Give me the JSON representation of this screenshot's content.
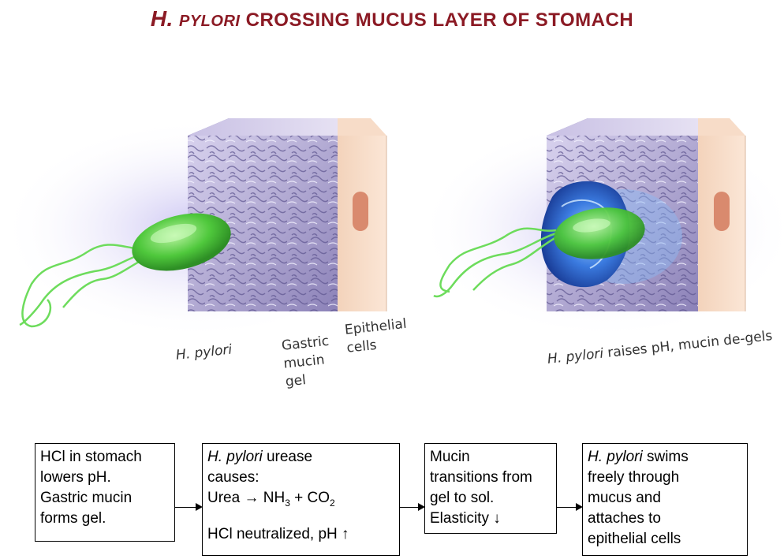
{
  "title": {
    "part1": "H.",
    "part2": "pylori",
    "part3": "CROSSING MUCUS LAYER OF STOMACH"
  },
  "labels": {
    "bacterium": "H. pylori",
    "mucin": [
      "Gastric",
      "mucin",
      "gel"
    ],
    "epithelial": [
      "Epithelial",
      "cells"
    ],
    "right_caption_italic": "H. pylori",
    "right_caption_rest": " raises pH, mucin de-gels"
  },
  "flow": [
    {
      "lines": [
        "HCl in stomach",
        "lowers pH.",
        "Gastric mucin",
        "forms gel."
      ]
    },
    {
      "line1_italic": "H. pylori",
      "line1_rest": " urease",
      "line2": "causes:",
      "eq_a": "Urea → NH",
      "eq_sub1": "3",
      "eq_b": " + CO",
      "eq_sub2": "2",
      "line4": "HCl neutralized, pH ↑"
    },
    {
      "lines": [
        "Mucin",
        "transitions from",
        "gel to sol.",
        "Elasticity ↓"
      ]
    },
    {
      "line1_italic": "H. pylori",
      "line1_rest": " swims",
      "lines": [
        "freely through",
        "mucus and",
        "attaches to",
        "epithelial cells"
      ]
    }
  ],
  "colors": {
    "title": "#8b1a24",
    "bacterium": "#5ac84a",
    "mucin": "#9b8fc0",
    "epithelium": "#f6d9c2",
    "nucleus": "#d98a6e",
    "degel": "#2a63c9"
  }
}
